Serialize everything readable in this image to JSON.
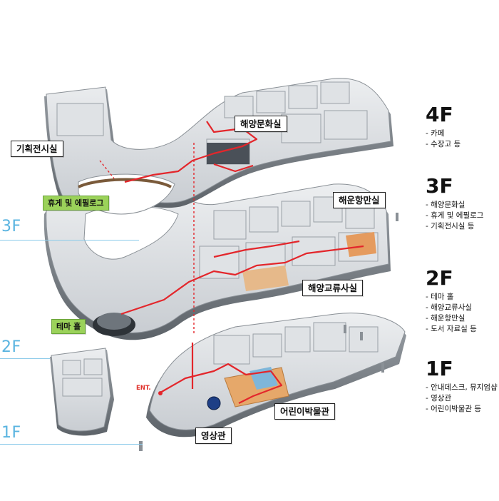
{
  "labels": {
    "planning_exhibition": "기획전시실",
    "marine_culture": "해양문화실",
    "rest_epilogue": "휴게 및 에필로그",
    "port_bay": "해운항만실",
    "marine_exchange": "해양교류사실",
    "theme_hall": "테마 홀",
    "childrens_museum": "어린이박물관",
    "theater": "영상관",
    "entrance": "ENT."
  },
  "floor_markers": [
    "3F",
    "2F",
    "1F"
  ],
  "legend": [
    {
      "floor": "4F",
      "items": [
        "- 카페",
        "- 수장고 등"
      ]
    },
    {
      "floor": "3F",
      "items": [
        "- 해양문화실",
        "- 휴게 및 에필로그",
        "- 기획전시실 등"
      ]
    },
    {
      "floor": "2F",
      "items": [
        "- 테마 홀",
        "- 해양교류사실",
        "- 해운항만실",
        "- 도서 자료실 등"
      ]
    },
    {
      "floor": "1F",
      "items": [
        "- 안내데스크, 뮤지엄샵",
        "- 영상관",
        "- 어린이박물관 등"
      ]
    }
  ],
  "colors": {
    "route": "#e3262b",
    "floor_marker": "#5ab4e0",
    "green_label": "#9bd25a",
    "building": "#d6d9dd"
  }
}
